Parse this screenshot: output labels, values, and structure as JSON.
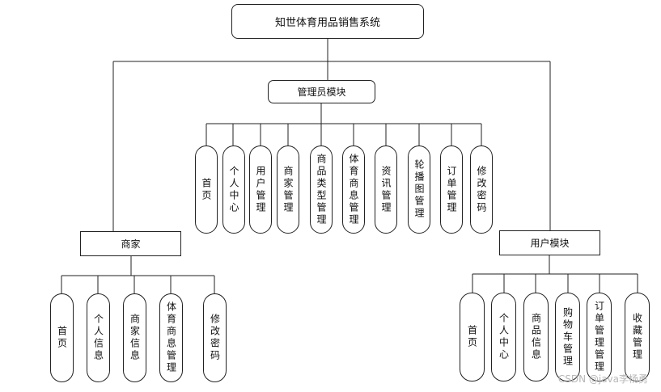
{
  "root": "知世体育用品销售系统",
  "admin": {
    "label": "管理员模块",
    "items": [
      "首页",
      "个人中心",
      "用户管理",
      "商家管理",
      "商品类型管理",
      "体育商息管理",
      "资讯管理",
      "轮播图管理",
      "订单管理",
      "修改密码"
    ]
  },
  "merchant": {
    "label": "商家",
    "items": [
      "首页",
      "个人信息",
      "商家信息",
      "体育商息管理",
      "修改密码"
    ]
  },
  "user": {
    "label": "用户模块",
    "items": [
      "首页",
      "个人中心",
      "商品信息",
      "购物车管理",
      "订单管理管理",
      "收藏管理"
    ]
  },
  "watermark": "CSDN @java李杨勇"
}
